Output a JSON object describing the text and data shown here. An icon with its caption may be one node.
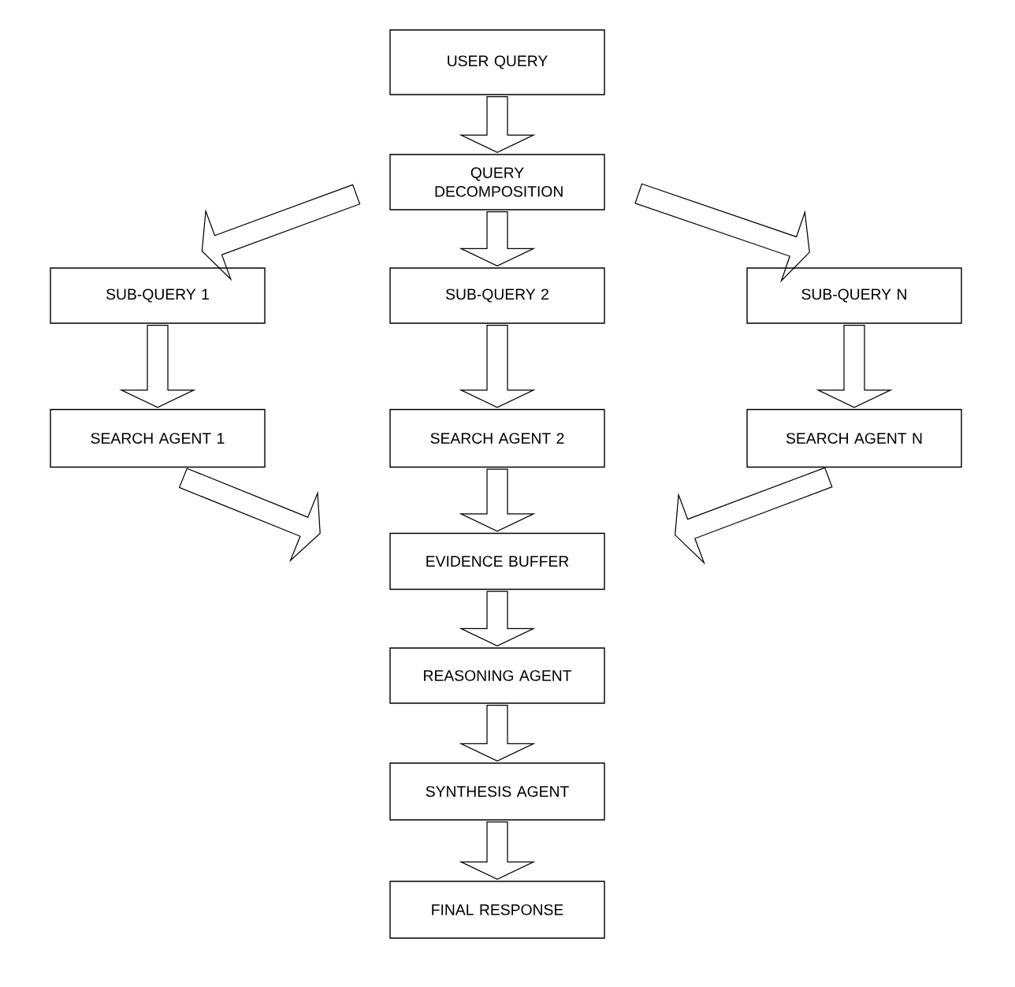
{
  "diagram": {
    "nodes": [
      {
        "text": [
          "USER QUERY"
        ]
      },
      {
        "text": [
          "QUERY DECOMPOSITION"
        ]
      },
      {
        "text": [
          "SUB-QUERY 1"
        ]
      },
      {
        "text": [
          "SUB-QUERY 2"
        ]
      },
      {
        "text": [
          "SUB-QUERY N"
        ]
      },
      {
        "text": [
          "SEARCH AGENT 1"
        ]
      },
      {
        "text": [
          "SEARCH AGENT 2"
        ]
      },
      {
        "text": [
          "SEARCH AGENT N"
        ]
      },
      {
        "text": [
          "EVIDENCE BUFFER"
        ]
      },
      {
        "text": [
          "REASONING AGENT"
        ]
      },
      {
        "text": [
          "SYNTHESIS AGENT"
        ]
      },
      {
        "text": [
          "FINAL RESPONSE"
        ]
      }
    ],
    "edges": [
      {
        "from": 0,
        "to": 1,
        "arrow": "to"
      },
      {
        "from": 1,
        "to": 2,
        "arrow": "to"
      },
      {
        "from": 1,
        "to": 3,
        "arrow": "to"
      },
      {
        "from": 1,
        "to": 4,
        "arrow": "to"
      },
      {
        "from": 2,
        "to": 5,
        "arrow": "to"
      },
      {
        "from": 3,
        "to": 6,
        "arrow": "to"
      },
      {
        "from": 4,
        "to": 7,
        "arrow": "to"
      },
      {
        "from": 5,
        "to": 8,
        "arrow": "to"
      },
      {
        "from": 6,
        "to": 8,
        "arrow": "to"
      },
      {
        "from": 7,
        "to": 8,
        "arrow": "to"
      },
      {
        "from": 8,
        "to": 9,
        "arrow": "to"
      },
      {
        "from": 9,
        "to": 10,
        "arrow": "to"
      },
      {
        "from": 10,
        "to": 11,
        "arrow": "to"
      }
    ]
  }
}
